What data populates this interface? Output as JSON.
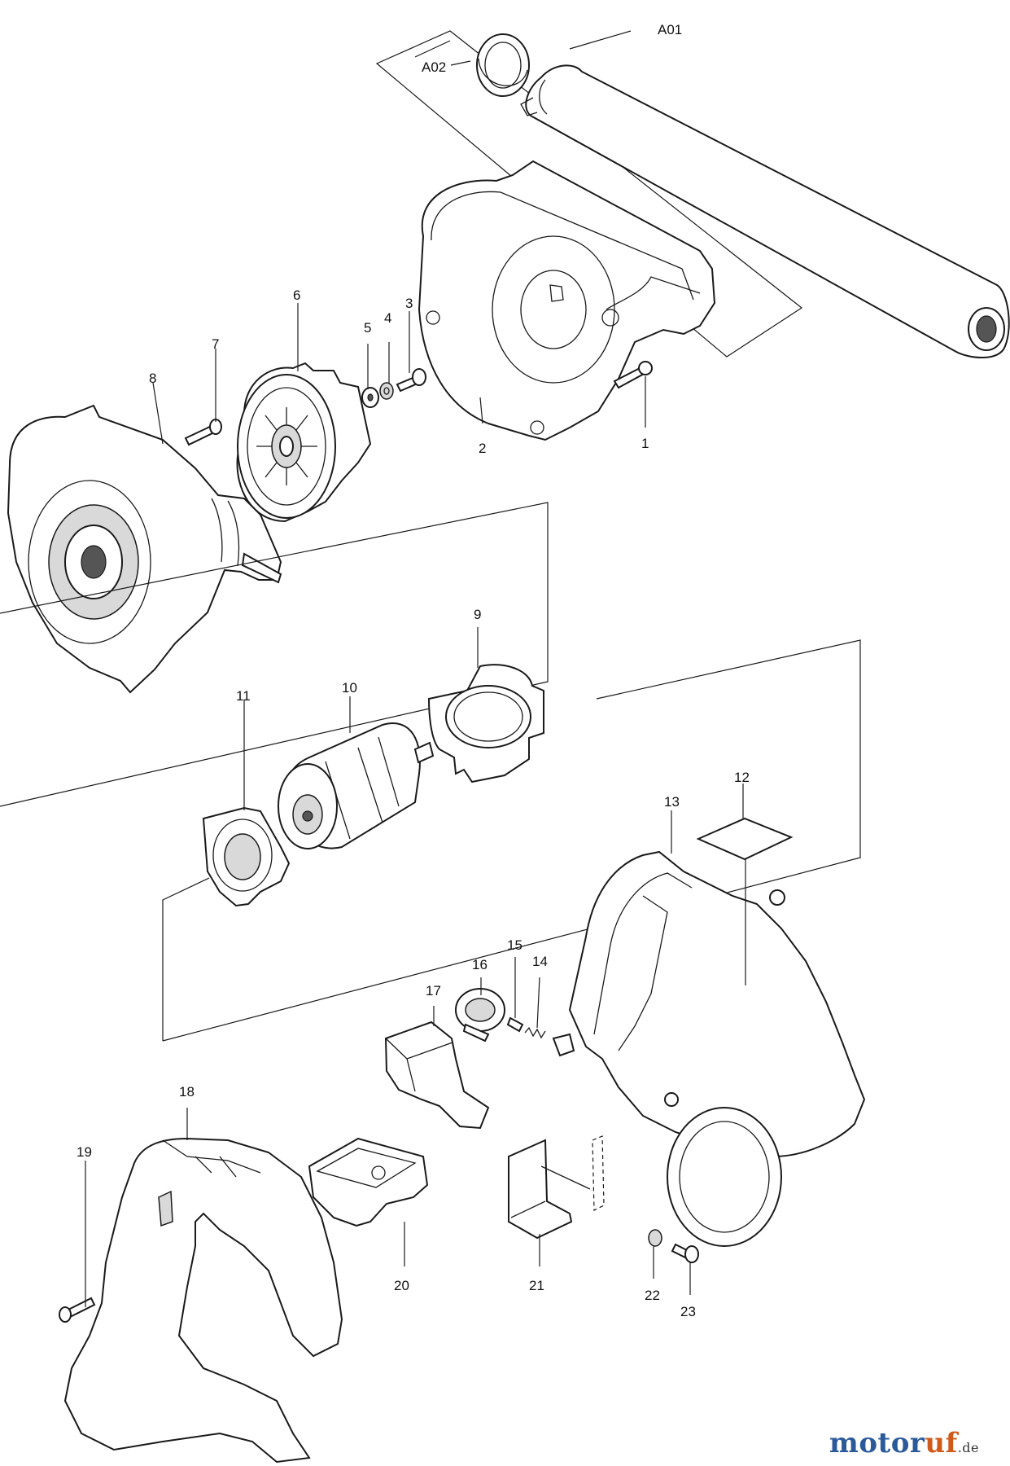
{
  "parts": [
    {
      "id": "A01",
      "label": "A01"
    },
    {
      "id": "A02",
      "label": "A02"
    },
    {
      "id": "1",
      "label": "1"
    },
    {
      "id": "2",
      "label": "2"
    },
    {
      "id": "3",
      "label": "3"
    },
    {
      "id": "4",
      "label": "4"
    },
    {
      "id": "5",
      "label": "5"
    },
    {
      "id": "6",
      "label": "6"
    },
    {
      "id": "7",
      "label": "7"
    },
    {
      "id": "8",
      "label": "8"
    },
    {
      "id": "9",
      "label": "9"
    },
    {
      "id": "10",
      "label": "10"
    },
    {
      "id": "11",
      "label": "11"
    },
    {
      "id": "12",
      "label": "12"
    },
    {
      "id": "13",
      "label": "13"
    },
    {
      "id": "14",
      "label": "14"
    },
    {
      "id": "15",
      "label": "15"
    },
    {
      "id": "16",
      "label": "16"
    },
    {
      "id": "17",
      "label": "17"
    },
    {
      "id": "18",
      "label": "18"
    },
    {
      "id": "19",
      "label": "19"
    },
    {
      "id": "20",
      "label": "20"
    },
    {
      "id": "21",
      "label": "21"
    },
    {
      "id": "22",
      "label": "22"
    },
    {
      "id": "23",
      "label": "23"
    }
  ],
  "watermark": {
    "brand_a": "motor",
    "brand_b": "uf",
    "tld": ".de"
  }
}
